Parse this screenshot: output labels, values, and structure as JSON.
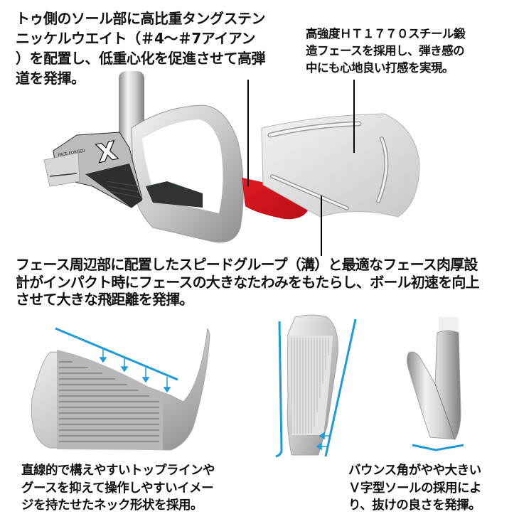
{
  "colors": {
    "background": "#ffffff",
    "text": "#111111",
    "callout_line": "#000000",
    "tungsten_weight_red": "#d3141c",
    "guide_line_blue": "#1e9ad6",
    "steel_light": "#e6e6e6",
    "steel_mid": "#bdbdbd",
    "steel_dark": "#7a7a7a",
    "badge_dark": "#2b2f2e"
  },
  "callouts": {
    "tungsten_weight": {
      "lines": [
        "トゥ側のソール部に高比重タングステン",
        "ニッケルウエイト（＃4～＃7アイアン",
        "）を配置し、低重心化を促進させて高弾",
        "道を発揮。"
      ]
    },
    "forged_face": {
      "lines": [
        "高強度ＨＴ１７７０スチール鍛",
        "造フェースを採用し、弾き感の",
        "中にも心地良い打感を実現。"
      ]
    },
    "speed_groove": {
      "lines": [
        "フェース周辺部に配置したスピードグループ（溝）と最適なフェース肉厚設",
        "計がインパクト時にフェースの大きなたわみをもたらし、ボール初速を向上",
        "させて大きな飛距離を発揮。"
      ]
    },
    "topline_neck": {
      "lines": [
        "直線的で構えやすいトップラインや",
        "グースを抑えて操作しやすいイメー",
        "ジを持たせたネック形状を採用。"
      ]
    },
    "v_sole": {
      "lines": [
        "バウンス角がやや大きい",
        "Ｖ字型ソールの採用によ",
        "り、抜けの良さを発揮。"
      ]
    }
  },
  "illustrations": {
    "exploded_head": {
      "badge_letter": "X",
      "badge_side_text": "FACE FORGED"
    },
    "face_view": {
      "arrows": 4
    },
    "address_view": {
      "arrows": 2
    },
    "sole_view": {
      "v_marker": true
    }
  }
}
